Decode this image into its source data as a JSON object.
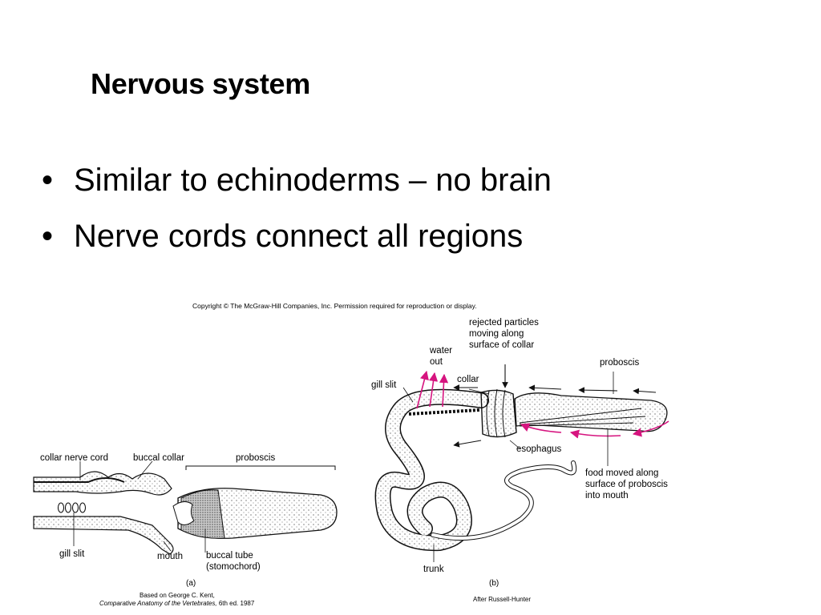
{
  "slide": {
    "title": "Nervous system",
    "bullets": [
      "Similar to echinoderms – no brain",
      "Nerve cords connect all regions"
    ],
    "bullet_symbol": "•"
  },
  "figure": {
    "copyright": "Copyright © The McGraw-Hill Companies, Inc. Permission required for reproduction or display.",
    "panel_a": {
      "labels": {
        "collar_nerve_cord": "collar nerve cord",
        "buccal_collar": "buccal collar",
        "proboscis": "proboscis",
        "gill_slit": "gill slit",
        "mouth": "mouth",
        "buccal_tube": "buccal tube\n(stomochord)"
      },
      "panel_letter": "(a)",
      "credit_line1": "Based on George C. Kent,",
      "credit_title": "Comparative Anatomy of the Vertebrates,",
      "credit_rest": " 6th ed. 1987"
    },
    "panel_b": {
      "labels": {
        "water_out": "water\nout",
        "rejected": "rejected particles\nmoving along\nsurface of collar",
        "proboscis": "proboscis",
        "gill_slit": "gill slit",
        "collar": "collar",
        "esophagus": "esophagus",
        "food": "food moved along\nsurface of proboscis\ninto mouth",
        "trunk": "trunk"
      },
      "panel_letter": "(b)",
      "credit": "After Russell-Hunter"
    },
    "colors": {
      "arrow_magenta": "#d6147f",
      "ink": "#111111"
    }
  }
}
